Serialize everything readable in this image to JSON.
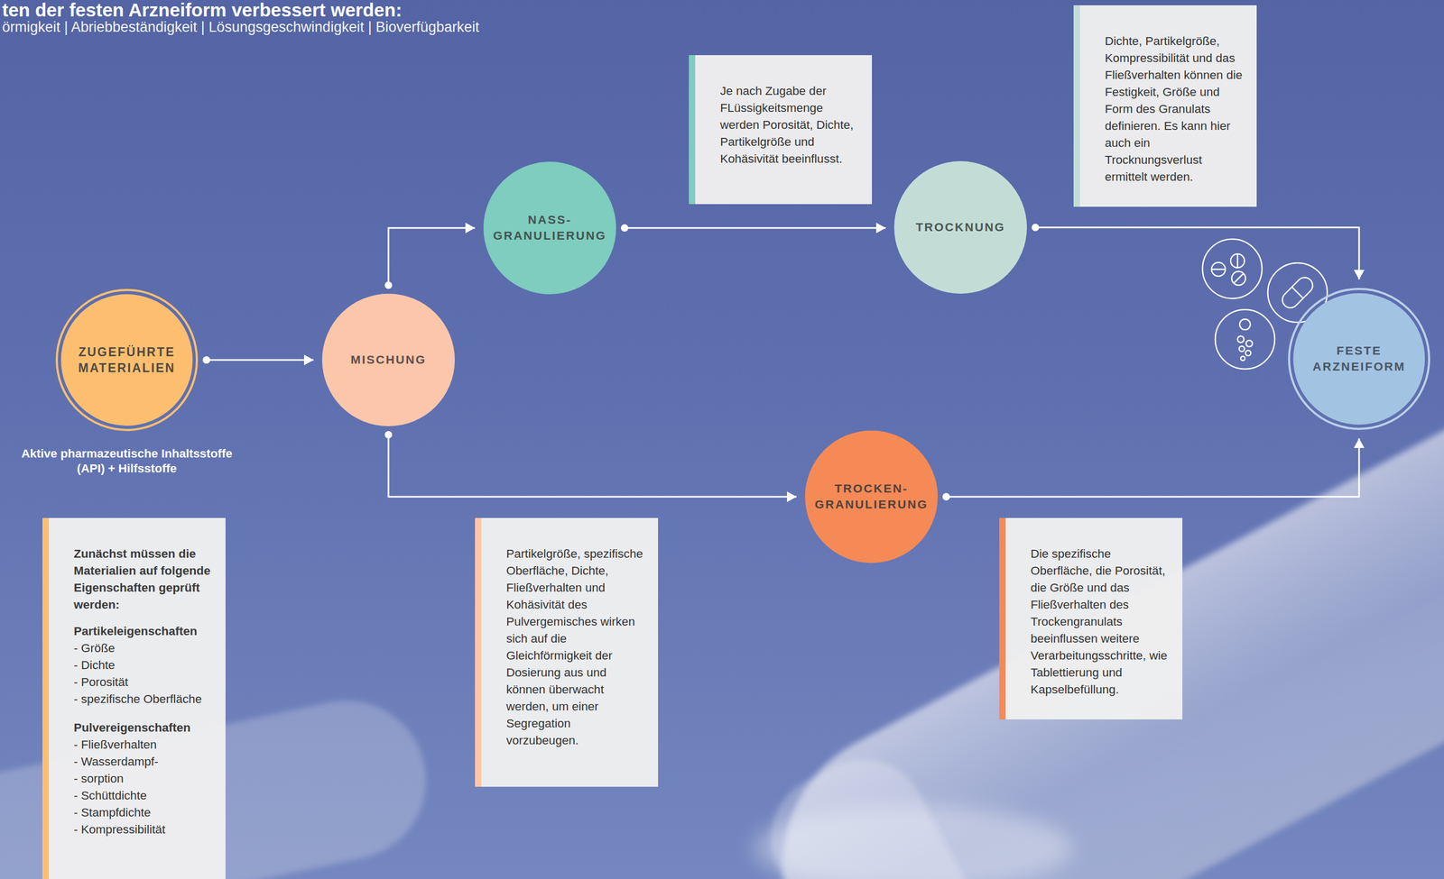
{
  "diagram": {
    "title": "ten der festen Arzneiform verbessert werden:",
    "nodes": [
      {
        "text": [
          "ZUGEFÜHRTE MATERIALIEN"
        ]
      },
      {
        "text": [
          "MISCHUNG"
        ]
      },
      {
        "text": [
          "NASS- GRANULIERUNG"
        ]
      },
      {
        "text": [
          "Je nach Zugabe der FLüssigkeitsmenge werden Porosität, Dichte, Partikelgröße und Kohäsivität beeinflusst."
        ]
      },
      {
        "text": [
          "TROCKNUNG"
        ]
      },
      {
        "text": [
          "Dichte, Partikelgröße, Kompressibilität und das Fließverhalten können die Festigkeit, Größe und Form des Granulats definieren. Es kann hier auch ein Trocknungsverlust ermittelt werden."
        ]
      },
      {
        "text": [
          "FESTE ARZNEIFORM"
        ]
      },
      {
        "text": [
          "TROCKEN- GRANULIERUNG"
        ]
      },
      {
        "text": [
          "Zunächst müssen die Materialien auf folgende Eigenschaften geprüft werden:",
          "Partikeleigenschaften",
          "- Größe",
          "- Dichte",
          "- Porosität",
          "- spezifische Oberfläche",
          "Pulvereigenschaften",
          "- Fließverhalten",
          "- Wasserdampf-",
          "- sorption",
          "- Schüttdichte",
          "- Stampfdichte",
          "- Kompressibilität"
        ]
      },
      {
        "text": [
          "Partikelgröße, spezifische Oberfläche, Dichte, Fließverhalten und Kohäsivität des Pulvergemisches wirken sich auf die Gleichförmigkeit der Dosierung aus und können überwacht werden, um einer Segregation vorzubeugen."
        ]
      },
      {
        "text": [
          "Die spezifische Oberfläche, die Porosität, die Größe und das Fließverhalten des Trockengranulats beeinflussen weitere Verarbeitungsschritte, wie Tablettierung und Kapselbefüllung."
        ]
      }
    ],
    "edges": [
      {
        "from": 0,
        "to": 1,
        "arrow": "to"
      },
      {
        "from": 1,
        "to": 2,
        "arrow": "to"
      },
      {
        "from": 2,
        "to": 4,
        "arrow": "to"
      },
      {
        "from": 4,
        "to": 6,
        "arrow": "to"
      },
      {
        "from": 1,
        "to": 7,
        "arrow": "to"
      },
      {
        "from": 7,
        "to": 6,
        "arrow": "to"
      }
    ],
    "labels": [
      "örmigkeit | Abriebbeständigkeit | Lösungsgeschwindigkeit | Bioverfügbarkeit",
      "Aktive pharmazeutische Inhaltsstoffe (API) + Hilfsstoffe"
    ]
  }
}
